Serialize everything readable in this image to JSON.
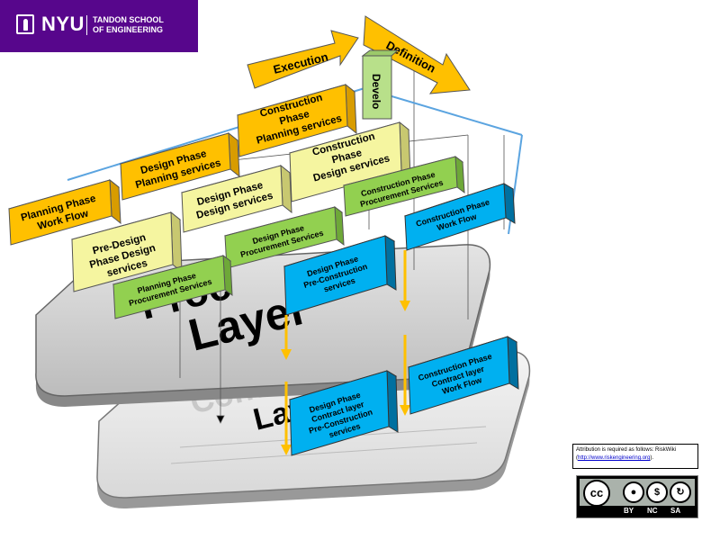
{
  "brand": {
    "name": "NYU",
    "school": "TANDON SCHOOL",
    "school2": "OF ENGINEERING"
  },
  "arrows": {
    "execution": "Execution",
    "definition": "Definition",
    "development": "Develo"
  },
  "layers": {
    "top": "Layer",
    "top_partial": "Proc",
    "contract": "Contract",
    "bottom": "Layer"
  },
  "boxes": {
    "planning_phase": [
      "Planning Phase",
      "Work Flow"
    ],
    "design_planning": [
      "Design Phase",
      "Planning services"
    ],
    "construction_planning": [
      "Construction",
      "Phase",
      "Planning services"
    ],
    "predesign": [
      "Pre-Design",
      "Phase Design",
      "services"
    ],
    "design_design": [
      "Design Phase",
      "Design services"
    ],
    "construction_design": [
      "Construction",
      "Phase",
      "Design services"
    ],
    "planning_procurement": [
      "Planning Phase",
      "Procurement Services"
    ],
    "design_procurement": [
      "Design Phase",
      "Procurement Services"
    ],
    "construction_procurement": [
      "Construction Phase",
      "Procurement Services"
    ],
    "design_preconstruction": [
      "Design Phase",
      "Pre-Construction",
      "services"
    ],
    "construction_workflow": [
      "Construction Phase",
      "Work Flow"
    ],
    "design_contract": [
      "Design Phase",
      "Contract layer",
      "Pre-Construction",
      "services"
    ],
    "construction_contract": [
      "Construction Phase",
      "Contract layer",
      "Work Flow"
    ]
  },
  "attribution": {
    "line1": "Attribution is required as follows: RiskWiki",
    "link": "http://www.riskengineering.org",
    "open": "(",
    "close": ")."
  },
  "license": {
    "cc": "cc",
    "by": "BY",
    "nc": "NC",
    "sa": "SA"
  },
  "colors": {
    "brand": "#57068c",
    "orange": "#ffc000",
    "green": "#92d050",
    "yellow": "#f5f5a0",
    "blue": "#00b0f0",
    "arrow": "#ffc000"
  }
}
